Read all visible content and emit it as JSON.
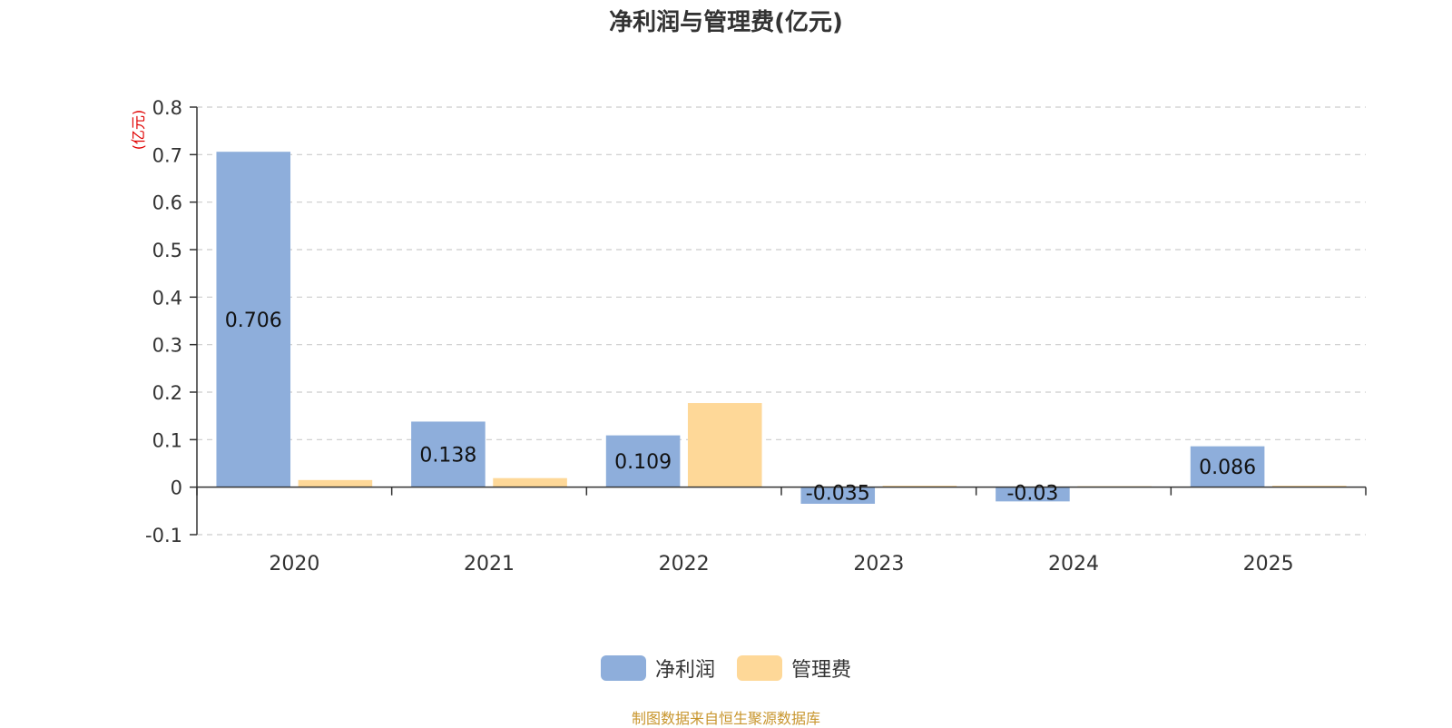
{
  "colors": {
    "net_profit": "#8eaedb",
    "admin_expense": "#fed898",
    "unit_label": "#e00000",
    "source": "#c8962e"
  },
  "chart_data": {
    "type": "bar",
    "title": "净利润与管理费(亿元)",
    "ylabel": "(亿元)",
    "categories": [
      "2020",
      "2021",
      "2022",
      "2023",
      "2024",
      "2025"
    ],
    "series": [
      {
        "name": "净利润",
        "values": [
          0.706,
          0.138,
          0.109,
          -0.035,
          -0.03,
          0.086
        ],
        "labels": [
          "0.706",
          "0.138",
          "0.109",
          "-0.035",
          "-0.03",
          "0.086"
        ]
      },
      {
        "name": "管理费",
        "values": [
          0.015,
          0.019,
          0.177,
          0.003,
          0.002,
          0.003
        ]
      }
    ],
    "ylim": [
      -0.1,
      0.8
    ],
    "yticks": [
      0.8,
      0.7,
      0.6,
      0.5,
      0.4,
      0.3,
      0.2,
      0.1,
      0,
      -0.1
    ],
    "ytick_labels": [
      "0.8",
      "0.7",
      "0.6",
      "0.5",
      "0.4",
      "0.3",
      "0.2",
      "0.1",
      "0",
      "-0.1"
    ],
    "grid": true,
    "legend_position": "bottom-center"
  },
  "legend": [
    {
      "label": "净利润"
    },
    {
      "label": "管理费"
    }
  ],
  "source": "制图数据来自恒生聚源数据库"
}
